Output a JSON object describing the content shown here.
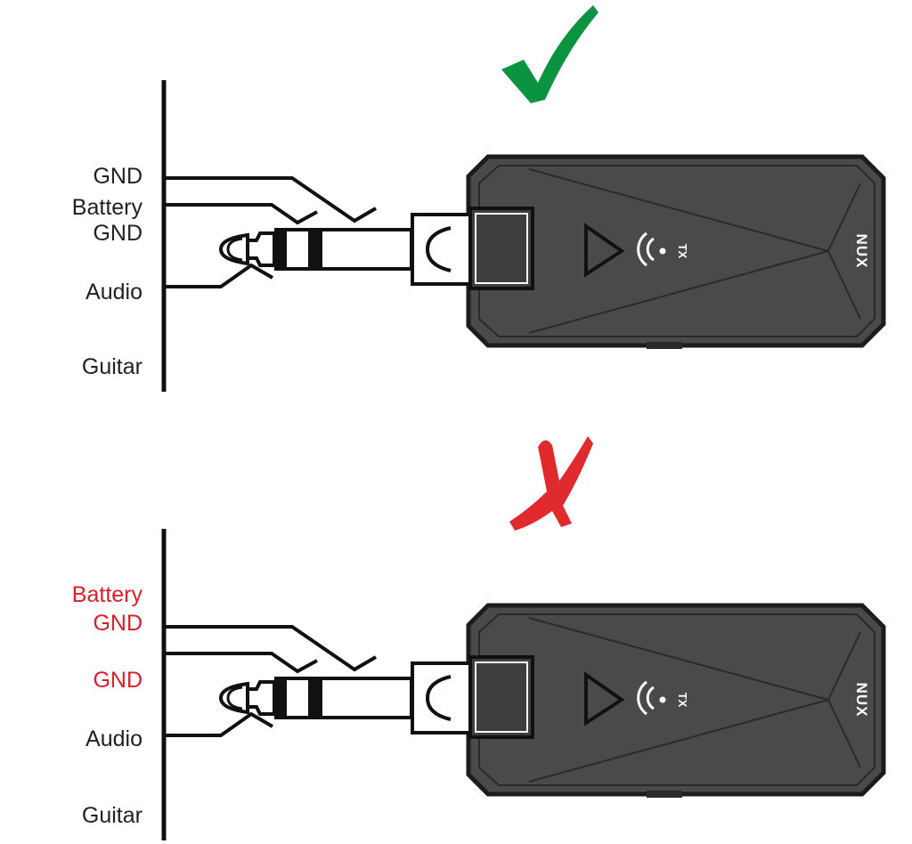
{
  "colors": {
    "correct": "#0c9340",
    "wrong": "#e02a2e",
    "wrong_label": "#d6202a",
    "label": "#231f20",
    "device_body": "#4a4a4a",
    "device_outline": "#1c1c1c",
    "line": "#111111"
  },
  "icons": {
    "correct": "check-mark-icon",
    "wrong": "cross-mark-icon",
    "play": "triangle-play-icon",
    "wireless": "wireless-signal-icon"
  },
  "device": {
    "brand": "NUX",
    "mode": "TX"
  },
  "panels": [
    {
      "status": "correct",
      "labels": {
        "top": "GND",
        "upper_a": "Battery",
        "upper_b": "GND",
        "audio": "Audio",
        "guitar": "Guitar"
      }
    },
    {
      "status": "wrong",
      "labels": {
        "top_a": "Battery",
        "top_b": "GND",
        "middle": "GND",
        "audio": "Audio",
        "guitar": "Guitar"
      }
    }
  ]
}
